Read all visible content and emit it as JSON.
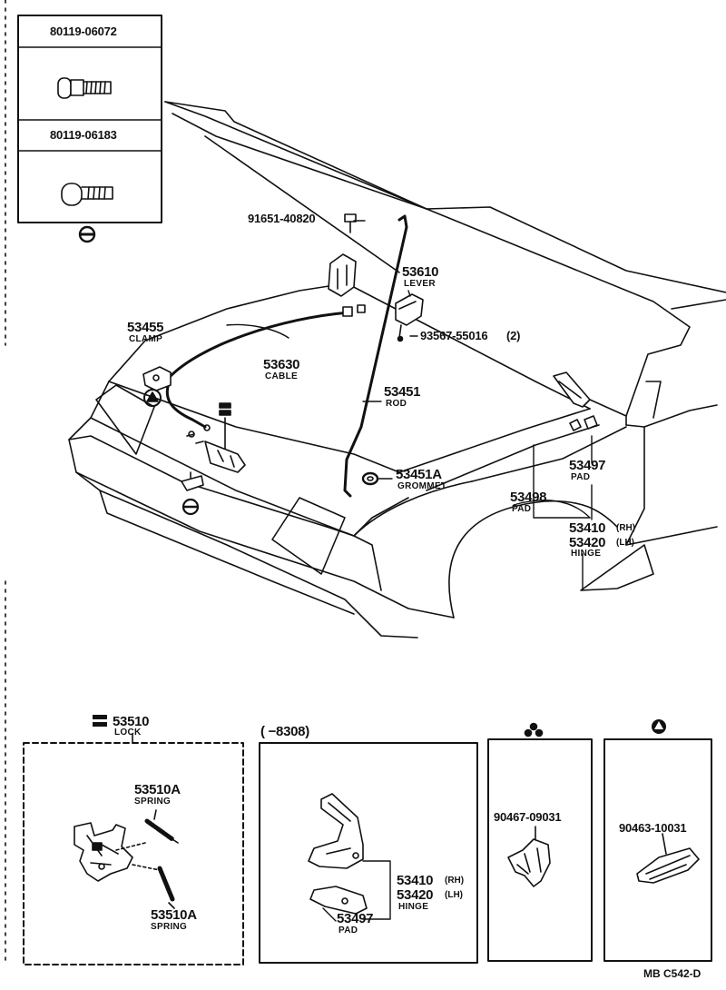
{
  "inset_box": {
    "part_top": "80119-06072",
    "part_bottom": "80119-06183"
  },
  "callouts": {
    "bolt": "91651-40820",
    "lever": {
      "number": "53610",
      "name": "LEVER"
    },
    "screw": {
      "number": "93567-55016",
      "qty": "(2)"
    },
    "clamp": {
      "number": "53455",
      "name": "CLAMP"
    },
    "cable": {
      "number": "53630",
      "name": "CABLE"
    },
    "rod": {
      "number": "53451",
      "name": "ROD"
    },
    "grommet": {
      "number": "53451A",
      "name": "GROMMET"
    },
    "pad_upper": {
      "number": "53497",
      "name": "PAD"
    },
    "pad_lower": {
      "number": "53498",
      "name": "PAD"
    },
    "hinge": {
      "rh_number": "53410",
      "rh_suffix": "(RH)",
      "lh_number": "53420",
      "lh_suffix": "(LH)",
      "name": "HINGE"
    }
  },
  "lock_panel": {
    "number": "53510",
    "name": "LOCK",
    "spring_upper": {
      "number": "53510A",
      "name": "SPRING"
    },
    "spring_lower": {
      "number": "53510A",
      "name": "SPRING"
    }
  },
  "hinge_panel": {
    "header": "(    −8308)",
    "rh_number": "53410",
    "rh_suffix": "(RH)",
    "lh_number": "53420",
    "lh_suffix": "(LH)",
    "hinge_name": "HINGE",
    "pad_number": "53497",
    "pad_name": "PAD"
  },
  "clip_panel_1": {
    "part": "90467-09031",
    "symbol": "three-dot-icon"
  },
  "clip_panel_2": {
    "part": "90463-10031",
    "symbol": "triangle-icon"
  },
  "footer": {
    "code": "MB   C542-D"
  },
  "colors": {
    "ink": "#111111",
    "paper": "#ffffff"
  }
}
